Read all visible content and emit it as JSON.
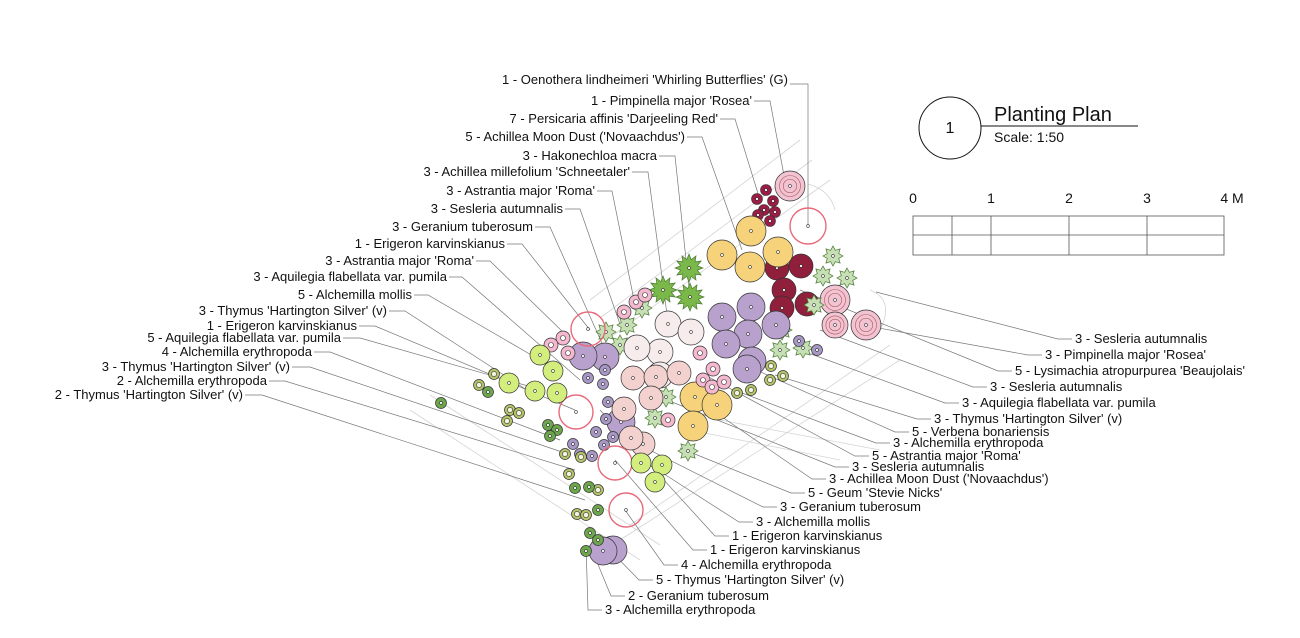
{
  "title_block": {
    "number": "1",
    "title": "Planting Plan",
    "scale": "Scale: 1:50"
  },
  "scale_bar": {
    "labels": [
      "0",
      "1",
      "2",
      "3",
      "4 M"
    ]
  },
  "labels_left": [
    "1 - Oenothera lindheimeri 'Whirling Butterflies' (G)",
    "1 - Pimpinella major 'Rosea'",
    "7 - Persicaria affinis 'Darjeeling Red'",
    "5 - Achillea Moon Dust ('Novaachdus')",
    "3 - Hakonechloa macra",
    "3 - Achillea millefolium 'Schneetaler'",
    "3 - Astrantia major 'Roma'",
    "3 - Sesleria autumnalis",
    "3 - Geranium tuberosum",
    "1 - Erigeron karvinskianus",
    "3 - Astrantia major 'Roma'",
    "3 - Aquilegia flabellata var. pumila",
    "5 - Alchemilla mollis",
    "3 - Thymus 'Hartington Silver' (v)",
    "1 - Erigeron karvinskianus",
    "5 - Aquilegia flabellata var. pumila",
    "4 - Alchemilla erythropoda",
    "3 - Thymus 'Hartington Silver' (v)",
    "2 - Alchemilla erythropoda",
    "2 - Thymus 'Hartington Silver' (v)"
  ],
  "labels_right": [
    "3 - Sesleria autumnalis",
    "3 - Pimpinella major 'Rosea'",
    "5 - Lysimachia atropurpurea 'Beaujolais'",
    "3 - Sesleria autumnalis",
    "3 - Aquilegia flabellata var. pumila",
    "3 - Thymus 'Hartington Silver' (v)",
    "5 - Verbena bonariensis",
    "3 - Alchemilla erythropoda",
    "5 - Astrantia major 'Roma'",
    "3 - Sesleria autumnalis",
    "3 - Achillea Moon Dust ('Novaachdus')",
    "5 - Geum 'Stevie Nicks'",
    "3 - Geranium tuberosum",
    "3 - Alchemilla mollis",
    "1 - Erigeron karvinskianus",
    "1 - Erigeron karvinskianus",
    "4 - Alchemilla erythropoda",
    "5 - Thymus 'Hartington Silver' (v)",
    "2 - Geranium tuberosum",
    "3 - Alchemilla erythropoda"
  ],
  "plant_colors": {
    "oenothera": "#e8697a",
    "pimpinella": "#f2c3d2",
    "persicaria": "#9c1c45",
    "achillea_moon_dust": "#f6d37a",
    "hakonechloa": "#7bb84a",
    "achillea_schneetaler": "#f7ecec",
    "astrantia": "#f5b9cf",
    "sesleria": "#c6dfb4",
    "geranium": "#b9a1cd",
    "erigeron": "#e8697a",
    "aquilegia": "#a697c5",
    "alchemilla_mollis": "#d4ee7e",
    "thymus": "#b5c36a",
    "alchemilla_erythropoda": "#6ea64e",
    "lysimachia": "#8f1f3a",
    "verbena": "#a48fc4",
    "geum": "#f3d1cf"
  }
}
